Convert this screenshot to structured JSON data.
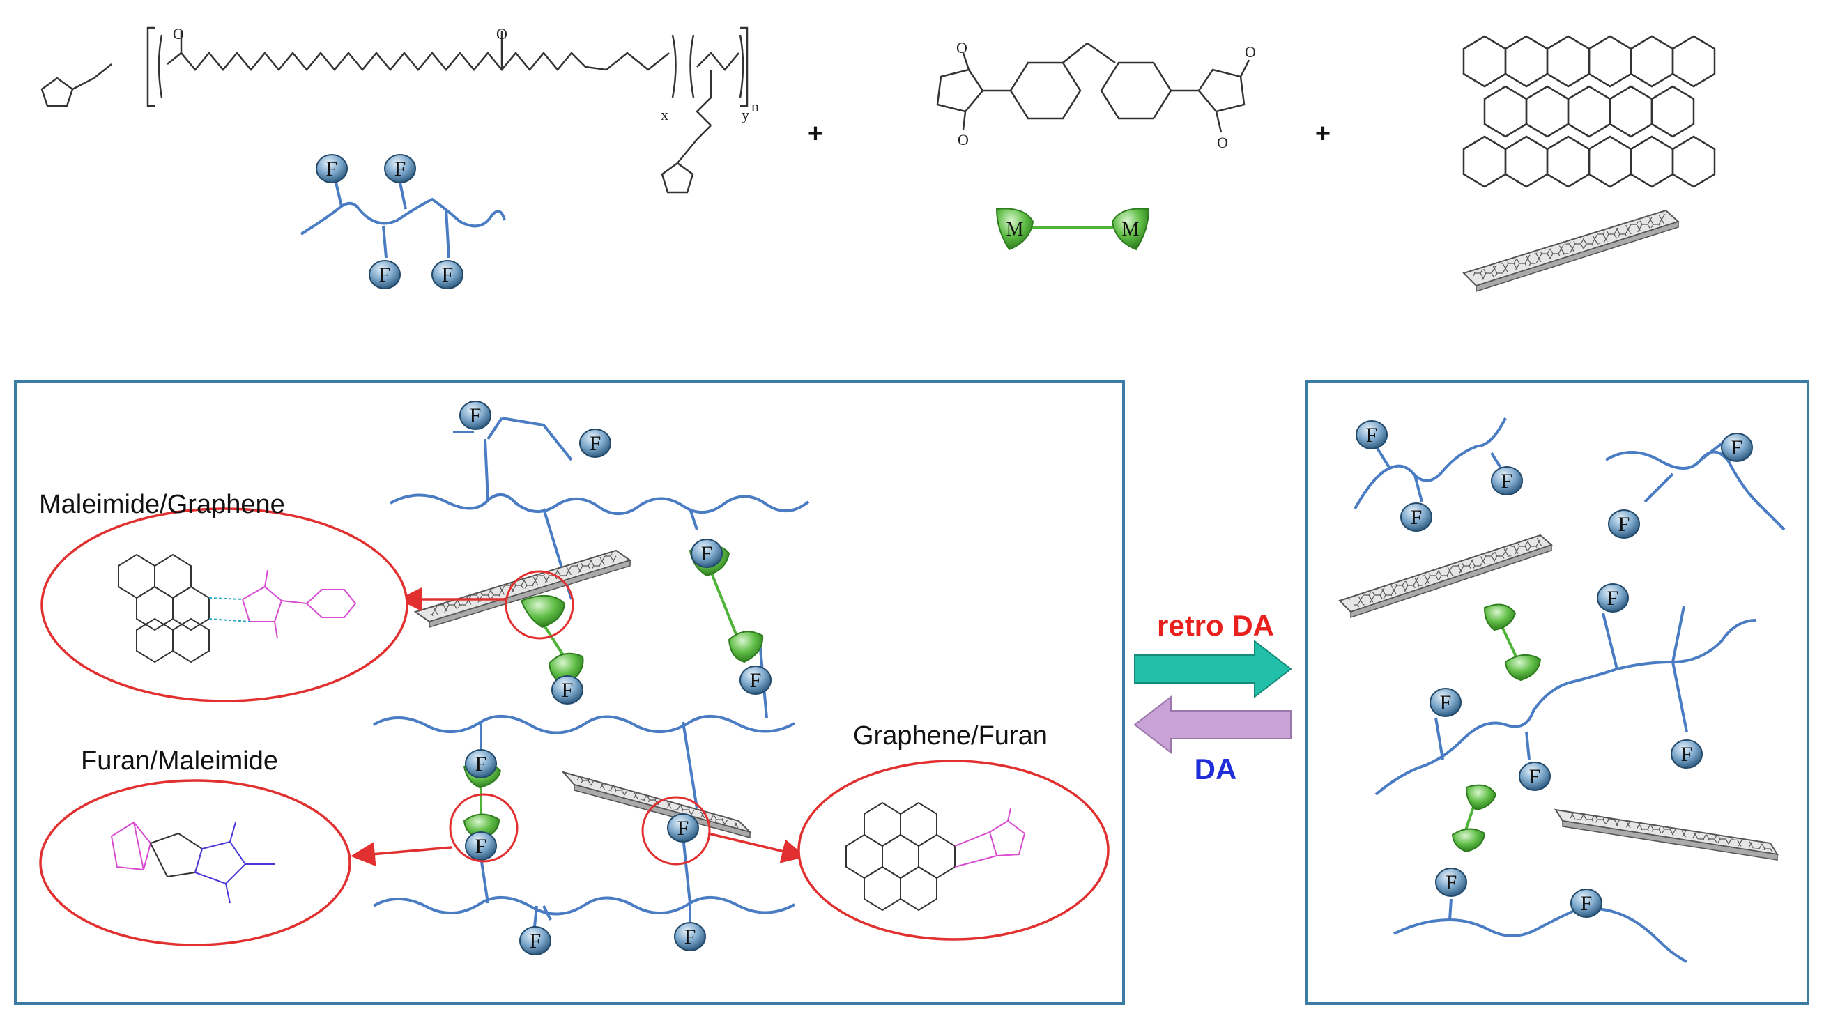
{
  "labels": {
    "maleimide_graphene": "Maleimide/Graphene",
    "furan_maleimide": "Furan/Maleimide",
    "graphene_furan": "Graphene/Furan",
    "retro_da": "retro DA",
    "da": "DA",
    "plus": "+",
    "furan_letter": "F",
    "maleimide_letter": "M",
    "sub_x": "x",
    "sub_y": "y",
    "sub_n": "n"
  },
  "colors": {
    "polymer_chain": "#4a7cc4",
    "furan_bead": "#5e8fb8",
    "maleimide": "#4fb33a",
    "box_border": "#3a7ca5",
    "highlight_circle": "#e23030",
    "retro_da_text": "#e8211f",
    "da_text": "#1f2ed8",
    "retro_da_arrow": "#22c0a8",
    "da_arrow": "#c9a2d6",
    "adduct_bonds": "#d84bd0",
    "graphene_sheet": "#d8d8d8"
  }
}
